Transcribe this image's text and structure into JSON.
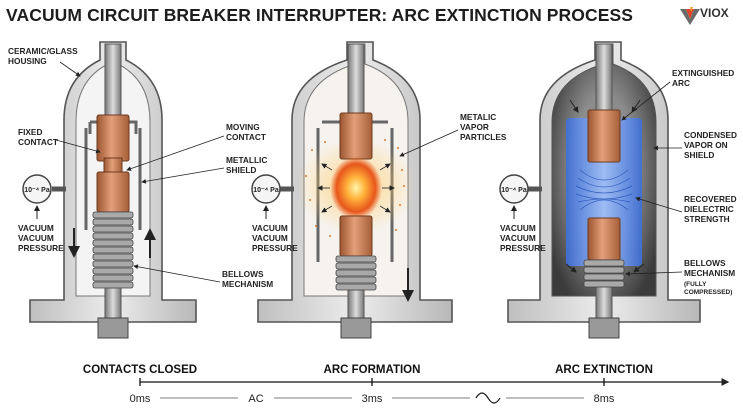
{
  "title": "VACUUM CIRCUIT BREAKER INTERRUPTER: ARC EXTINCTION PROCESS",
  "brand": {
    "name": "VIOX",
    "colors": [
      "#e0452b",
      "#f2a33a",
      "#6b6b6b"
    ]
  },
  "colors": {
    "copper": "#c87a4e",
    "arc": "#f29a2e",
    "dielectric": "#5b8fe6",
    "housing": "#dcdcdc"
  },
  "panels": [
    {
      "stage": "CONTACTS CLOSED",
      "gauge": "10⁻⁴ Pa",
      "labels": {
        "housing": [
          "CERAMIC/GLASS",
          "HOUSING"
        ],
        "fixed": [
          "FIXED",
          "CONTACT"
        ],
        "moving": [
          "MOVING",
          "CONTACT"
        ],
        "shield": [
          "METALLIC",
          "SHIELD"
        ],
        "pressure": [
          "VACUUM",
          "VACUUM",
          "PRESSURE"
        ],
        "bellows": [
          "BELLOWS",
          "MECHANISM"
        ]
      }
    },
    {
      "stage": "ARC FORMATION",
      "gauge": "10⁻⁴ Pa",
      "labels": {
        "vapor": [
          "METALIC",
          "VAPOR",
          "PARTICLES"
        ],
        "pressure": [
          "VACUUM",
          "VACUUM",
          "PRESSURE"
        ]
      }
    },
    {
      "stage": "ARC EXTINCTION",
      "gauge": "10⁻⁴ Pa",
      "labels": {
        "extinguished": [
          "EXTINGUISHED",
          "ARC"
        ],
        "condensed": [
          "CONDENSED",
          "VAPOR ON",
          "SHIELD"
        ],
        "recovered": [
          "RECOVERED",
          "DIELECTRIC",
          "STRENGTH"
        ],
        "bellows": [
          "BELLOWS",
          "MECHANISM"
        ],
        "bellows_note": [
          "(FULLY",
          "COMPRESSED)"
        ],
        "pressure": [
          "VACUUM",
          "VACUUM",
          "PRESSURE"
        ]
      }
    }
  ],
  "timeline": {
    "t0": "0ms",
    "ac": "AC",
    "t1": "3ms",
    "t2": "8ms"
  }
}
